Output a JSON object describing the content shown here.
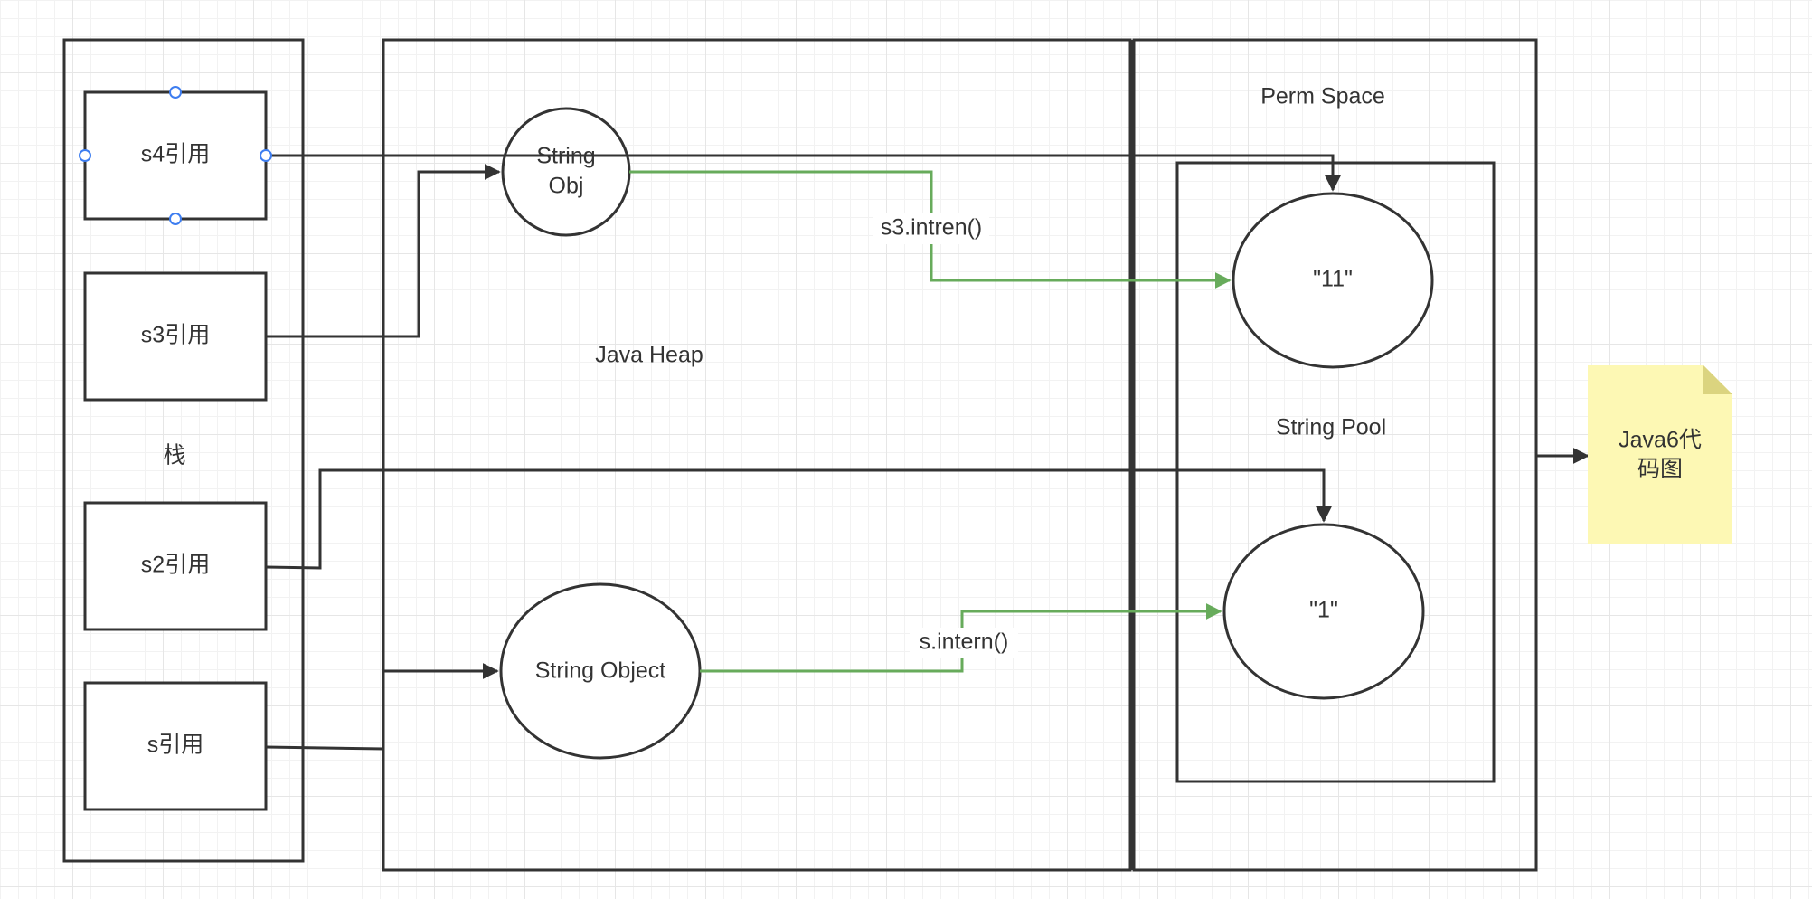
{
  "diagram": {
    "stack": {
      "label": "栈",
      "refs": {
        "s4": "s4引用",
        "s3": "s3引用",
        "s2": "s2引用",
        "s": "s引用"
      }
    },
    "heap": {
      "label": "Java Heap",
      "string_obj_line1": "String",
      "string_obj_line2": "Obj",
      "string_object": "String Object",
      "s3_intern_label": "s3.intren()",
      "s_intern_label": "s.intern()"
    },
    "perm": {
      "label": "Perm Space",
      "pool_label": "String Pool",
      "literal_11": "\"11\"",
      "literal_1": "\"1\""
    },
    "note": {
      "line1": "Java6代",
      "line2": "码图"
    },
    "colors": {
      "stroke": "#333333",
      "intern_arrow": "#67ab5b",
      "selection_handle": "#3d7df0",
      "note_fill": "#fdf8b4"
    }
  }
}
